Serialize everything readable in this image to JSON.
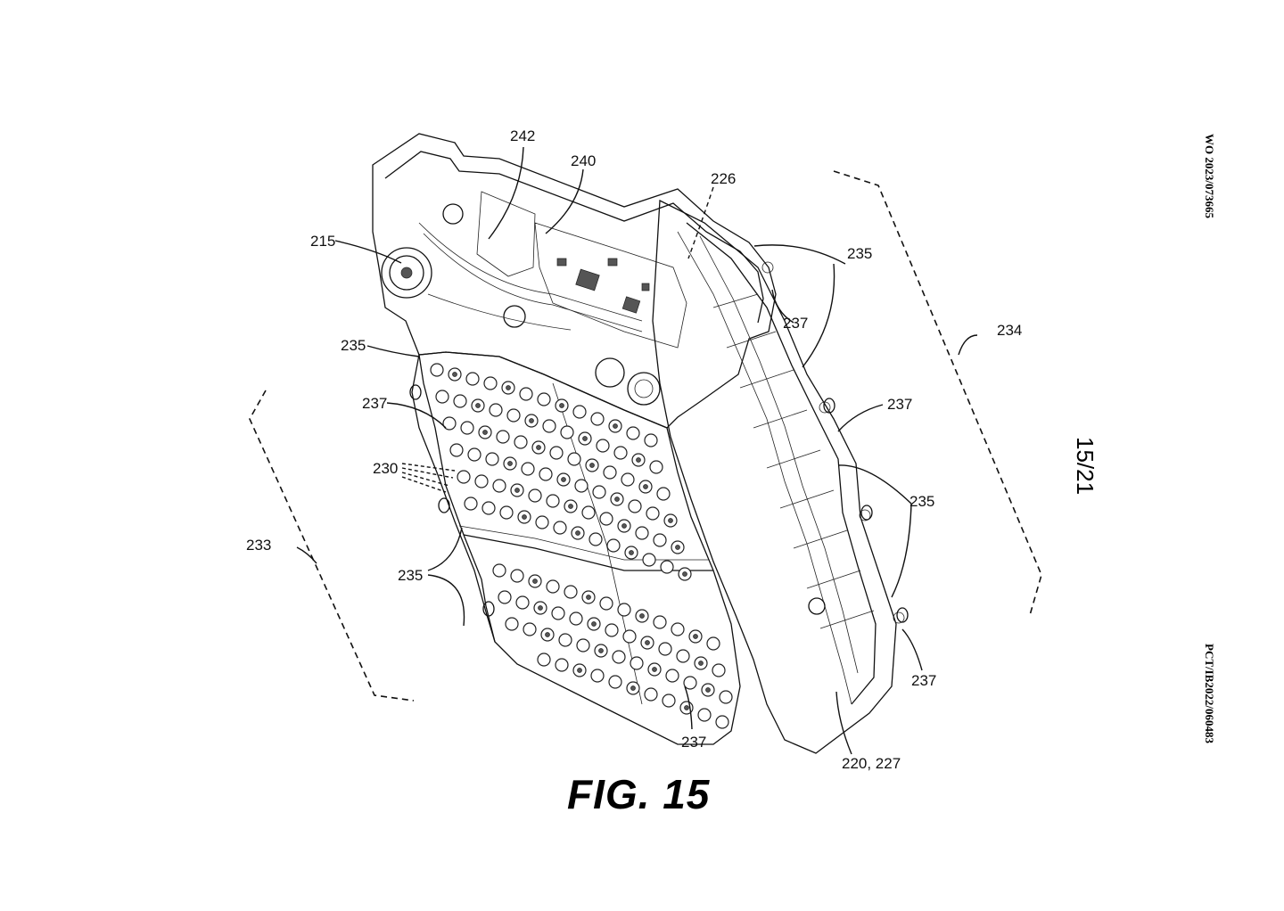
{
  "header": {
    "publication_number": "WO 2023/073665",
    "application_number": "PCT/IB2022/060483",
    "sheet_number": "15/21"
  },
  "figure": {
    "caption": "FIG. 15"
  },
  "reference_numerals": {
    "r242": "242",
    "r240": "240",
    "r226": "226",
    "r215": "215",
    "r235_top_right": "235",
    "r237_top_right": "237",
    "r234": "234",
    "r235_left_top": "235",
    "r237_left": "237",
    "r237_right_mid": "237",
    "r230": "230",
    "r235_right_mid": "235",
    "r233": "233",
    "r235_left_bottom": "235",
    "r237_bottom_right": "237",
    "r237_bottom": "237",
    "r220_227": "220, 227"
  },
  "icons": [
    "battery-module-illustration"
  ]
}
